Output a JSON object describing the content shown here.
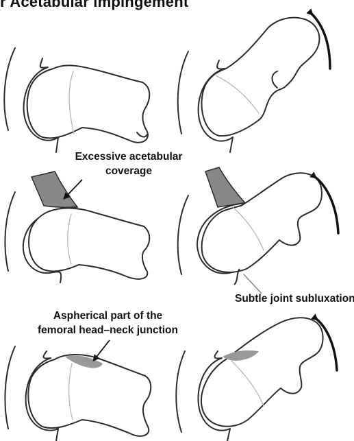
{
  "figure": {
    "title": "r Acetabular impingement"
  },
  "labels": {
    "excessive_coverage_line1": "Excessive acetabular",
    "excessive_coverage_line2": "coverage",
    "subluxation": "Subtle joint subluxation",
    "aspherical_line1": "Aspherical part of the",
    "aspherical_line2": "femoral head–neck junction"
  },
  "colors": {
    "outline": "#2b2b2b",
    "physis_line": "#b8b8b8",
    "bone_fill": "#ffffff",
    "hatch_fill": "#8a8a8a",
    "arrow": "#111111"
  },
  "panels": [
    {
      "row": 1,
      "col": "left",
      "state": "neutral",
      "pathology": "none"
    },
    {
      "row": 1,
      "col": "right",
      "state": "flexed",
      "pathology": "none"
    },
    {
      "row": 2,
      "col": "left",
      "state": "neutral",
      "pathology": "excessive-acetabular-coverage"
    },
    {
      "row": 2,
      "col": "right",
      "state": "flexed",
      "pathology": "excessive-acetabular-coverage"
    },
    {
      "row": 3,
      "col": "left",
      "state": "neutral",
      "pathology": "aspherical-head-neck-junction"
    },
    {
      "row": 3,
      "col": "right",
      "state": "flexed",
      "pathology": "aspherical-head-neck-junction"
    }
  ]
}
